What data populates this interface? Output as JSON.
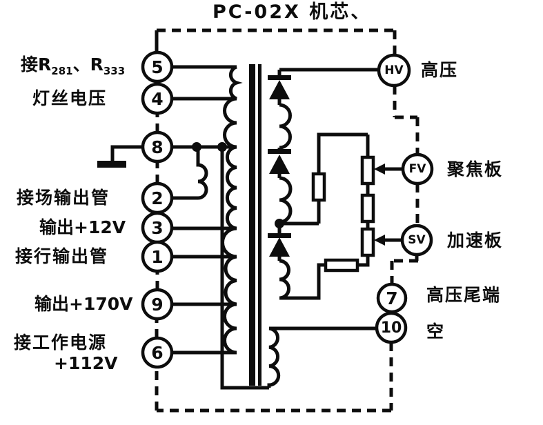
{
  "title": "PC-02X 机芯、",
  "terminals": {
    "t5": "5",
    "t4": "4",
    "t8": "8",
    "t2": "2",
    "t3": "3",
    "t1": "1",
    "t9": "9",
    "t6": "6",
    "hv": "HV",
    "fv": "FV",
    "sv": "SV",
    "t7": "7",
    "t10": "10"
  },
  "labels": {
    "t5_prefix": "接R",
    "t5_sub1": "281",
    "t5_mid": "、R",
    "t5_sub2": "333",
    "t4": "灯丝电压",
    "t2": "接场输出管",
    "t3": "输出+12V",
    "t1": "接行输出管",
    "t9": "输出+170V",
    "t6_line1": "接工作电源",
    "t6_line2": "+112V",
    "hv": "高压",
    "fv": "聚焦板",
    "sv": "加速板",
    "t7": "高压尾端",
    "t10": "空"
  },
  "colors": {
    "ink": "#0d0d0d",
    "background": "#ffffff"
  }
}
